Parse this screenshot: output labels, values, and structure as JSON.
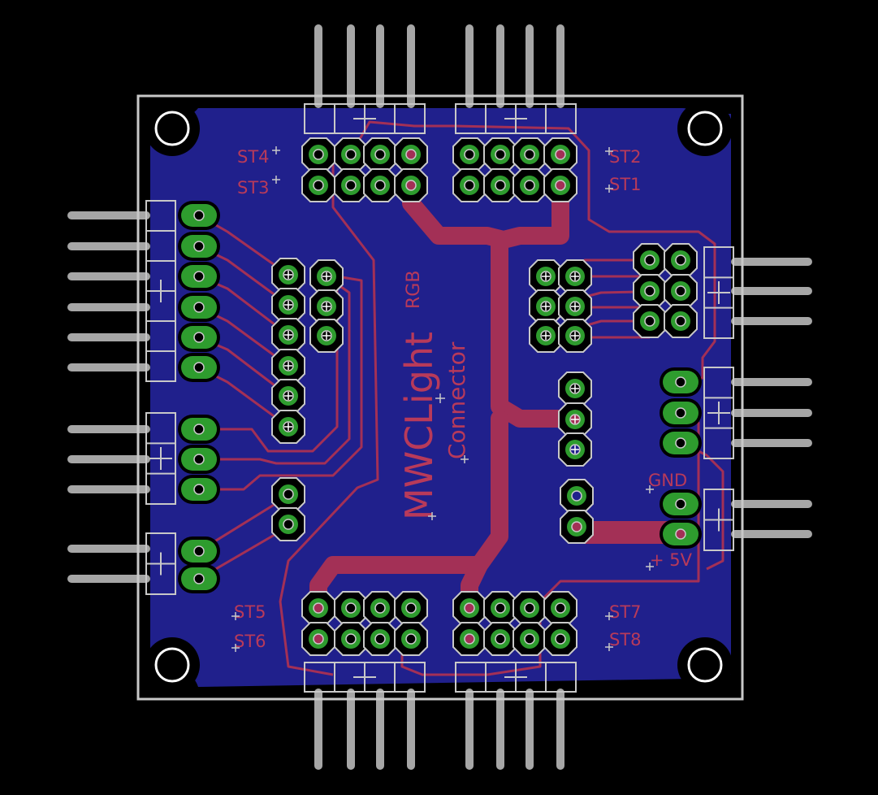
{
  "board": {
    "title": "MWCLight",
    "subtitle": "Connector",
    "rgb_label": "RGB",
    "labels": {
      "st4": "ST4",
      "st3": "ST3",
      "st2": "ST2",
      "st1": "ST1",
      "st5": "ST5",
      "st6": "ST6",
      "st7": "ST7",
      "st8": "ST8",
      "gnd": "GND",
      "vcc": "+ 5V"
    }
  },
  "colors": {
    "background": "#000000",
    "board_fill": "#20208c",
    "trace": "#a33056",
    "pad": "#2e9c2e",
    "silkscreen": "#b4b4b4",
    "label": "#b83a5a",
    "drill": "#000000"
  }
}
